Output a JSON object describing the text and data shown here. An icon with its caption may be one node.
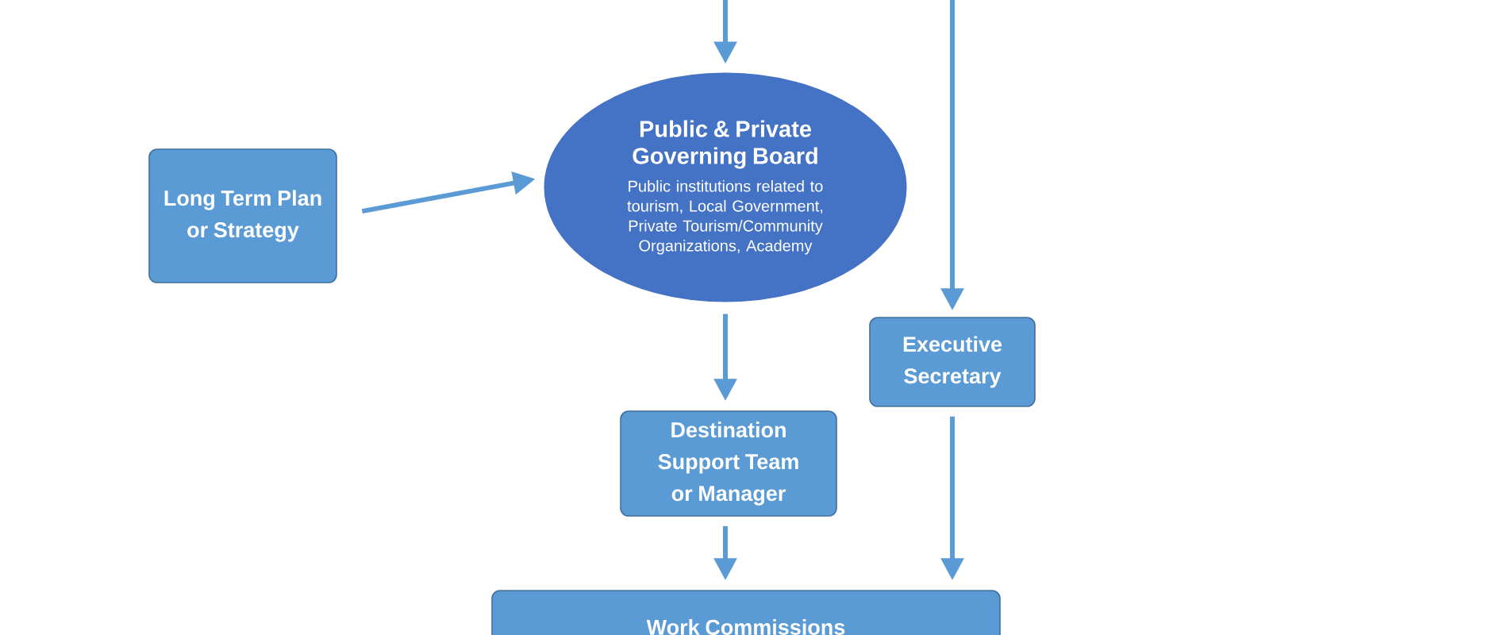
{
  "diagram": {
    "nodes": [
      {
        "text": [
          "Public & Private Governing Board",
          "Public institutions related to tourism, Local Government, Private Tourism/Community Organizations, Academy"
        ]
      },
      {
        "text": [
          "Long Term Plan or Strategy"
        ]
      },
      {
        "text": [
          "Executive Secretary"
        ]
      },
      {
        "text": [
          "Destination Support Team or Manager"
        ]
      },
      {
        "text": [
          "Work Commissions"
        ]
      }
    ],
    "edges": [
      {
        "from": null,
        "to": 0,
        "arrow": "to"
      },
      {
        "from": null,
        "to": 2,
        "arrow": "to"
      },
      {
        "from": 1,
        "to": 0,
        "arrow": "to"
      },
      {
        "from": 0,
        "to": 3,
        "arrow": "to"
      },
      {
        "from": 3,
        "to": 4,
        "arrow": "to"
      },
      {
        "from": 2,
        "to": 4,
        "arrow": "to"
      }
    ]
  }
}
